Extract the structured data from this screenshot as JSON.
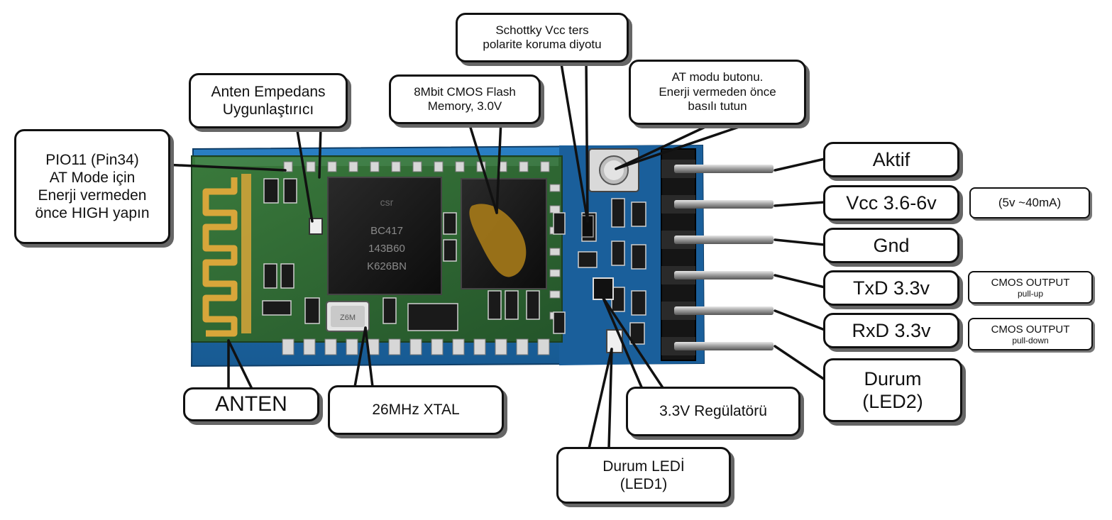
{
  "callouts": {
    "pio11": [
      "PIO11 (Pin34)",
      "AT Mode için",
      "Enerji vermeden",
      "önce HIGH yapın"
    ],
    "anten_empedans": [
      "Anten Empedans",
      "Uygunlaştırıcı"
    ],
    "flash": [
      "8Mbit CMOS Flash",
      "Memory, 3.0V"
    ],
    "schottky": [
      "Schottky Vcc ters",
      "polarite koruma diyotu"
    ],
    "at_button": [
      "AT modu butonu.",
      "Enerji vermeden önce",
      "basılı tutun"
    ],
    "anten": "ANTEN",
    "xtal": "26MHz XTAL",
    "regulator": "3.3V Regülatörü",
    "durum_led": [
      "Durum LEDİ",
      "(LED1)"
    ],
    "durum": [
      "Durum",
      "(LED2)"
    ]
  },
  "pins": {
    "aktif": "Aktif",
    "vcc": "Vcc 3.6-6v",
    "gnd": "Gnd",
    "txd": "TxD 3.3v",
    "rxd": "RxD 3.3v"
  },
  "notes": {
    "vcc_current": "(5v ~40mA)",
    "txd": [
      "CMOS OUTPUT",
      "pull-up"
    ],
    "rxd": [
      "CMOS OUTPUT",
      "pull-down"
    ]
  },
  "chip_markings": {
    "main_chip": [
      "BC417",
      "143B60",
      "K626BN"
    ],
    "crystal": "Z6M"
  },
  "colors": {
    "pcb_blue": "#1f6fb0",
    "pcb_green": "#2f6a33",
    "gold_trace": "#d8a63a"
  }
}
